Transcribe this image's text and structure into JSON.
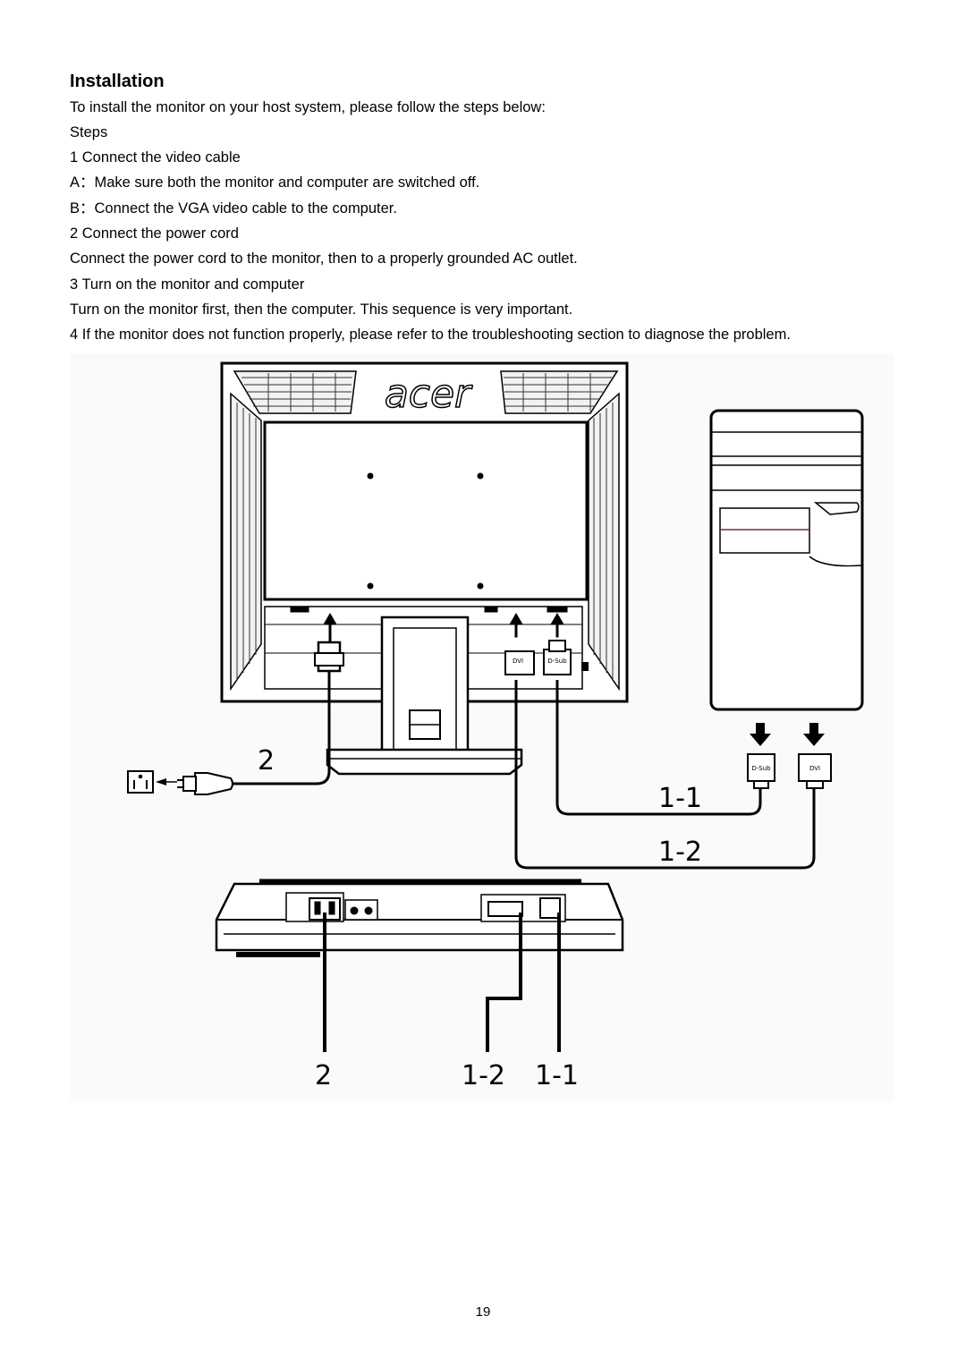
{
  "heading": "Installation",
  "intro": "To install the monitor on your host system, please follow the steps below:",
  "steps_label": "Steps",
  "step1": "1 Connect the video cable",
  "step1a": "A：Make sure both the monitor and computer are switched off.",
  "step1b": "B：Connect the VGA video cable to the computer.",
  "step2": "2 Connect the power cord",
  "step2_text": "Connect the power cord to the monitor, then to a properly grounded AC outlet.",
  "step3": "3 Turn on the monitor and computer",
  "step3_text": "Turn on the monitor first, then the computer. This sequence is very important.",
  "step4": "4 If the monitor does not function properly, please refer to the troubleshooting section to diagnose the problem.",
  "figure": {
    "brand_logo": "acer",
    "port_dvi": "DVI",
    "port_dsub": "D-Sub",
    "callout_power": "2",
    "callout_dsub": "1-1",
    "callout_dvi": "1-2",
    "bottom_power": "2",
    "bottom_dvi": "1-2",
    "bottom_dsub": "1-1"
  },
  "page_number": "19"
}
